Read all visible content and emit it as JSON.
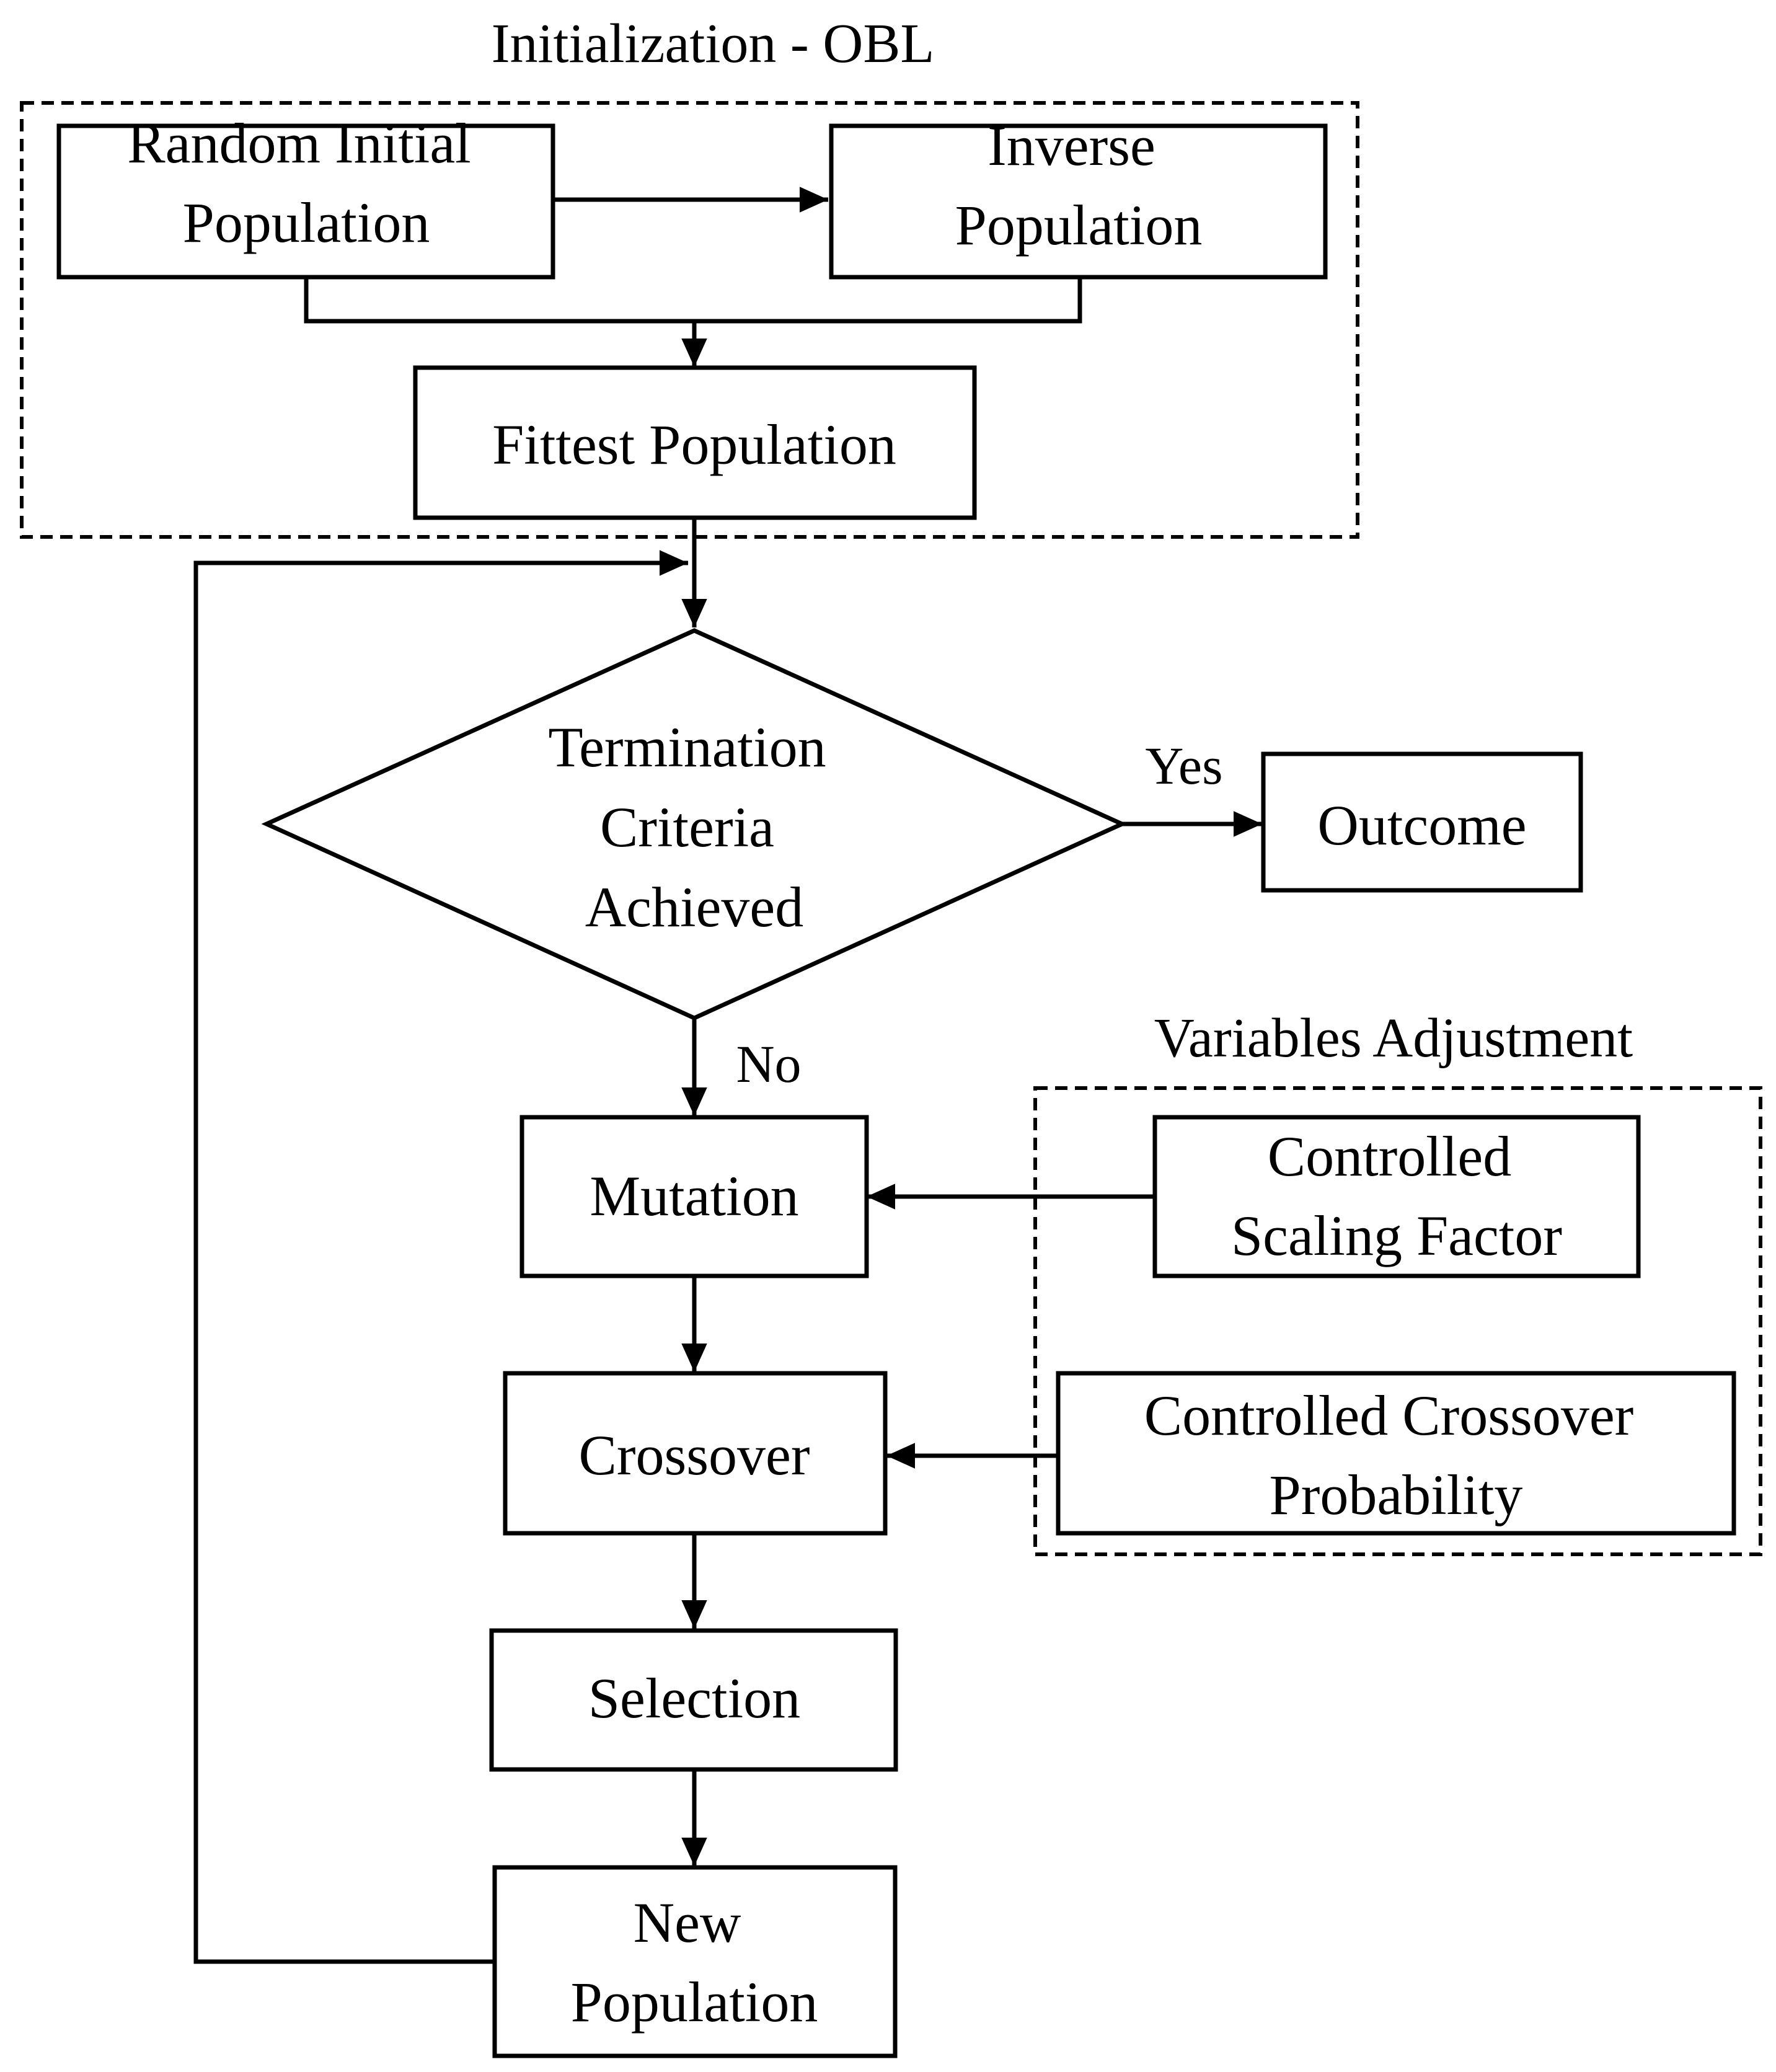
{
  "groups": {
    "initialization": {
      "title": "Initialization - OBL"
    },
    "variables": {
      "title": "Variables Adjustment"
    }
  },
  "nodes": {
    "random_initial": {
      "lines": [
        "Random Initial",
        "Population"
      ]
    },
    "inverse": {
      "lines": [
        "Inverse",
        "Population"
      ]
    },
    "fittest": {
      "lines": [
        "Fittest Population"
      ]
    },
    "termination": {
      "lines": [
        "Termination",
        "Criteria",
        "Achieved"
      ]
    },
    "outcome": {
      "lines": [
        "Outcome"
      ]
    },
    "mutation": {
      "lines": [
        "Mutation"
      ]
    },
    "crossover": {
      "lines": [
        "Crossover"
      ]
    },
    "selection": {
      "lines": [
        "Selection"
      ]
    },
    "new_population": {
      "lines": [
        "New",
        "Population"
      ]
    },
    "scaling_factor": {
      "lines": [
        "Controlled",
        "Scaling Factor"
      ]
    },
    "crossover_prob": {
      "lines": [
        "Controlled Crossover",
        "Probability"
      ]
    }
  },
  "edges": {
    "yes_label": "Yes",
    "no_label": "No"
  }
}
